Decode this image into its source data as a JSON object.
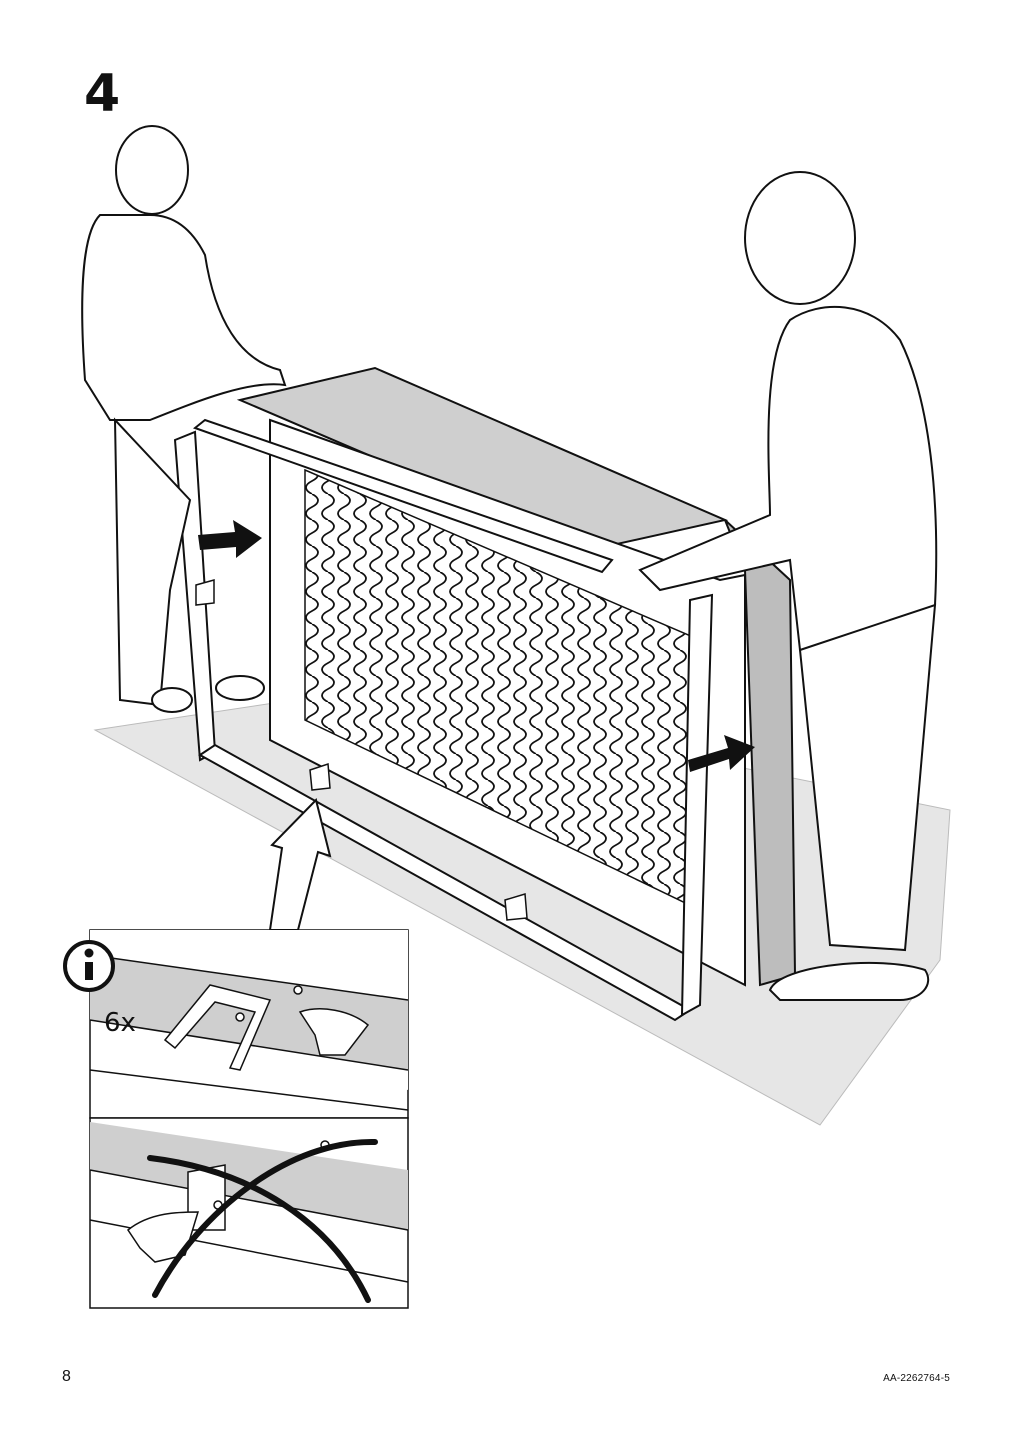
{
  "step": "4",
  "detail": {
    "count": "6x",
    "info_icon": "info-icon"
  },
  "footer": {
    "page_number": "8",
    "document_code": "AA-2262764-5"
  }
}
